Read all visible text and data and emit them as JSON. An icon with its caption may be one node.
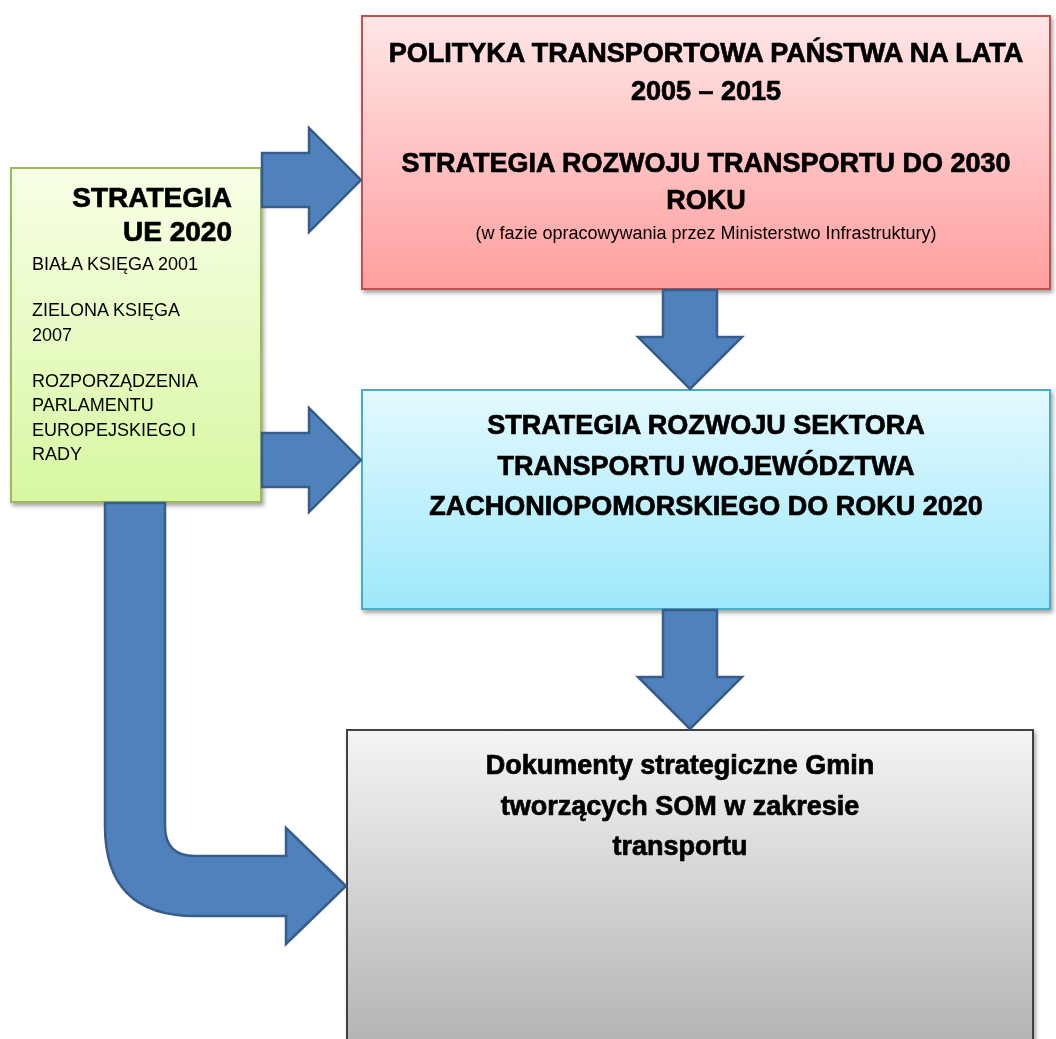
{
  "diagram": {
    "nodes": [
      {
        "text": [
          "STRATEGIA UE 2020",
          "BIAŁA KSIĘGA 2001",
          "ZIELONA KSIĘGA 2007",
          "ROZPORZĄDZENIA PARLAMENTU EUROPEJSKIEGO I RADY"
        ]
      },
      {
        "text": [
          "POLITYKA TRANSPORTOWA PAŃSTWA NA LATA 2005 – 2015",
          "STRATEGIA ROZWOJU TRANSPORTU DO 2030 ROKU",
          "(w fazie opracowywania przez Ministerstwo Infrastruktury)"
        ]
      },
      {
        "text": [
          "STRATEGIA ROZWOJU SEKTORA TRANSPORTU WOJEWÓDZTWA ZACHONIOPOMORSKIEGO DO ROKU 2020"
        ]
      },
      {
        "text": [
          "Dokumenty strategiczne Gmin tworzących SOM w zakresie transportu"
        ]
      }
    ],
    "edges": [
      {
        "from": 0,
        "to": 1,
        "arrow": "to"
      },
      {
        "from": 0,
        "to": 2,
        "arrow": "to"
      },
      {
        "from": 1,
        "to": 2,
        "arrow": "to"
      },
      {
        "from": 2,
        "to": 3,
        "arrow": "to"
      },
      {
        "from": 0,
        "to": 3,
        "arrow": "to"
      }
    ]
  }
}
